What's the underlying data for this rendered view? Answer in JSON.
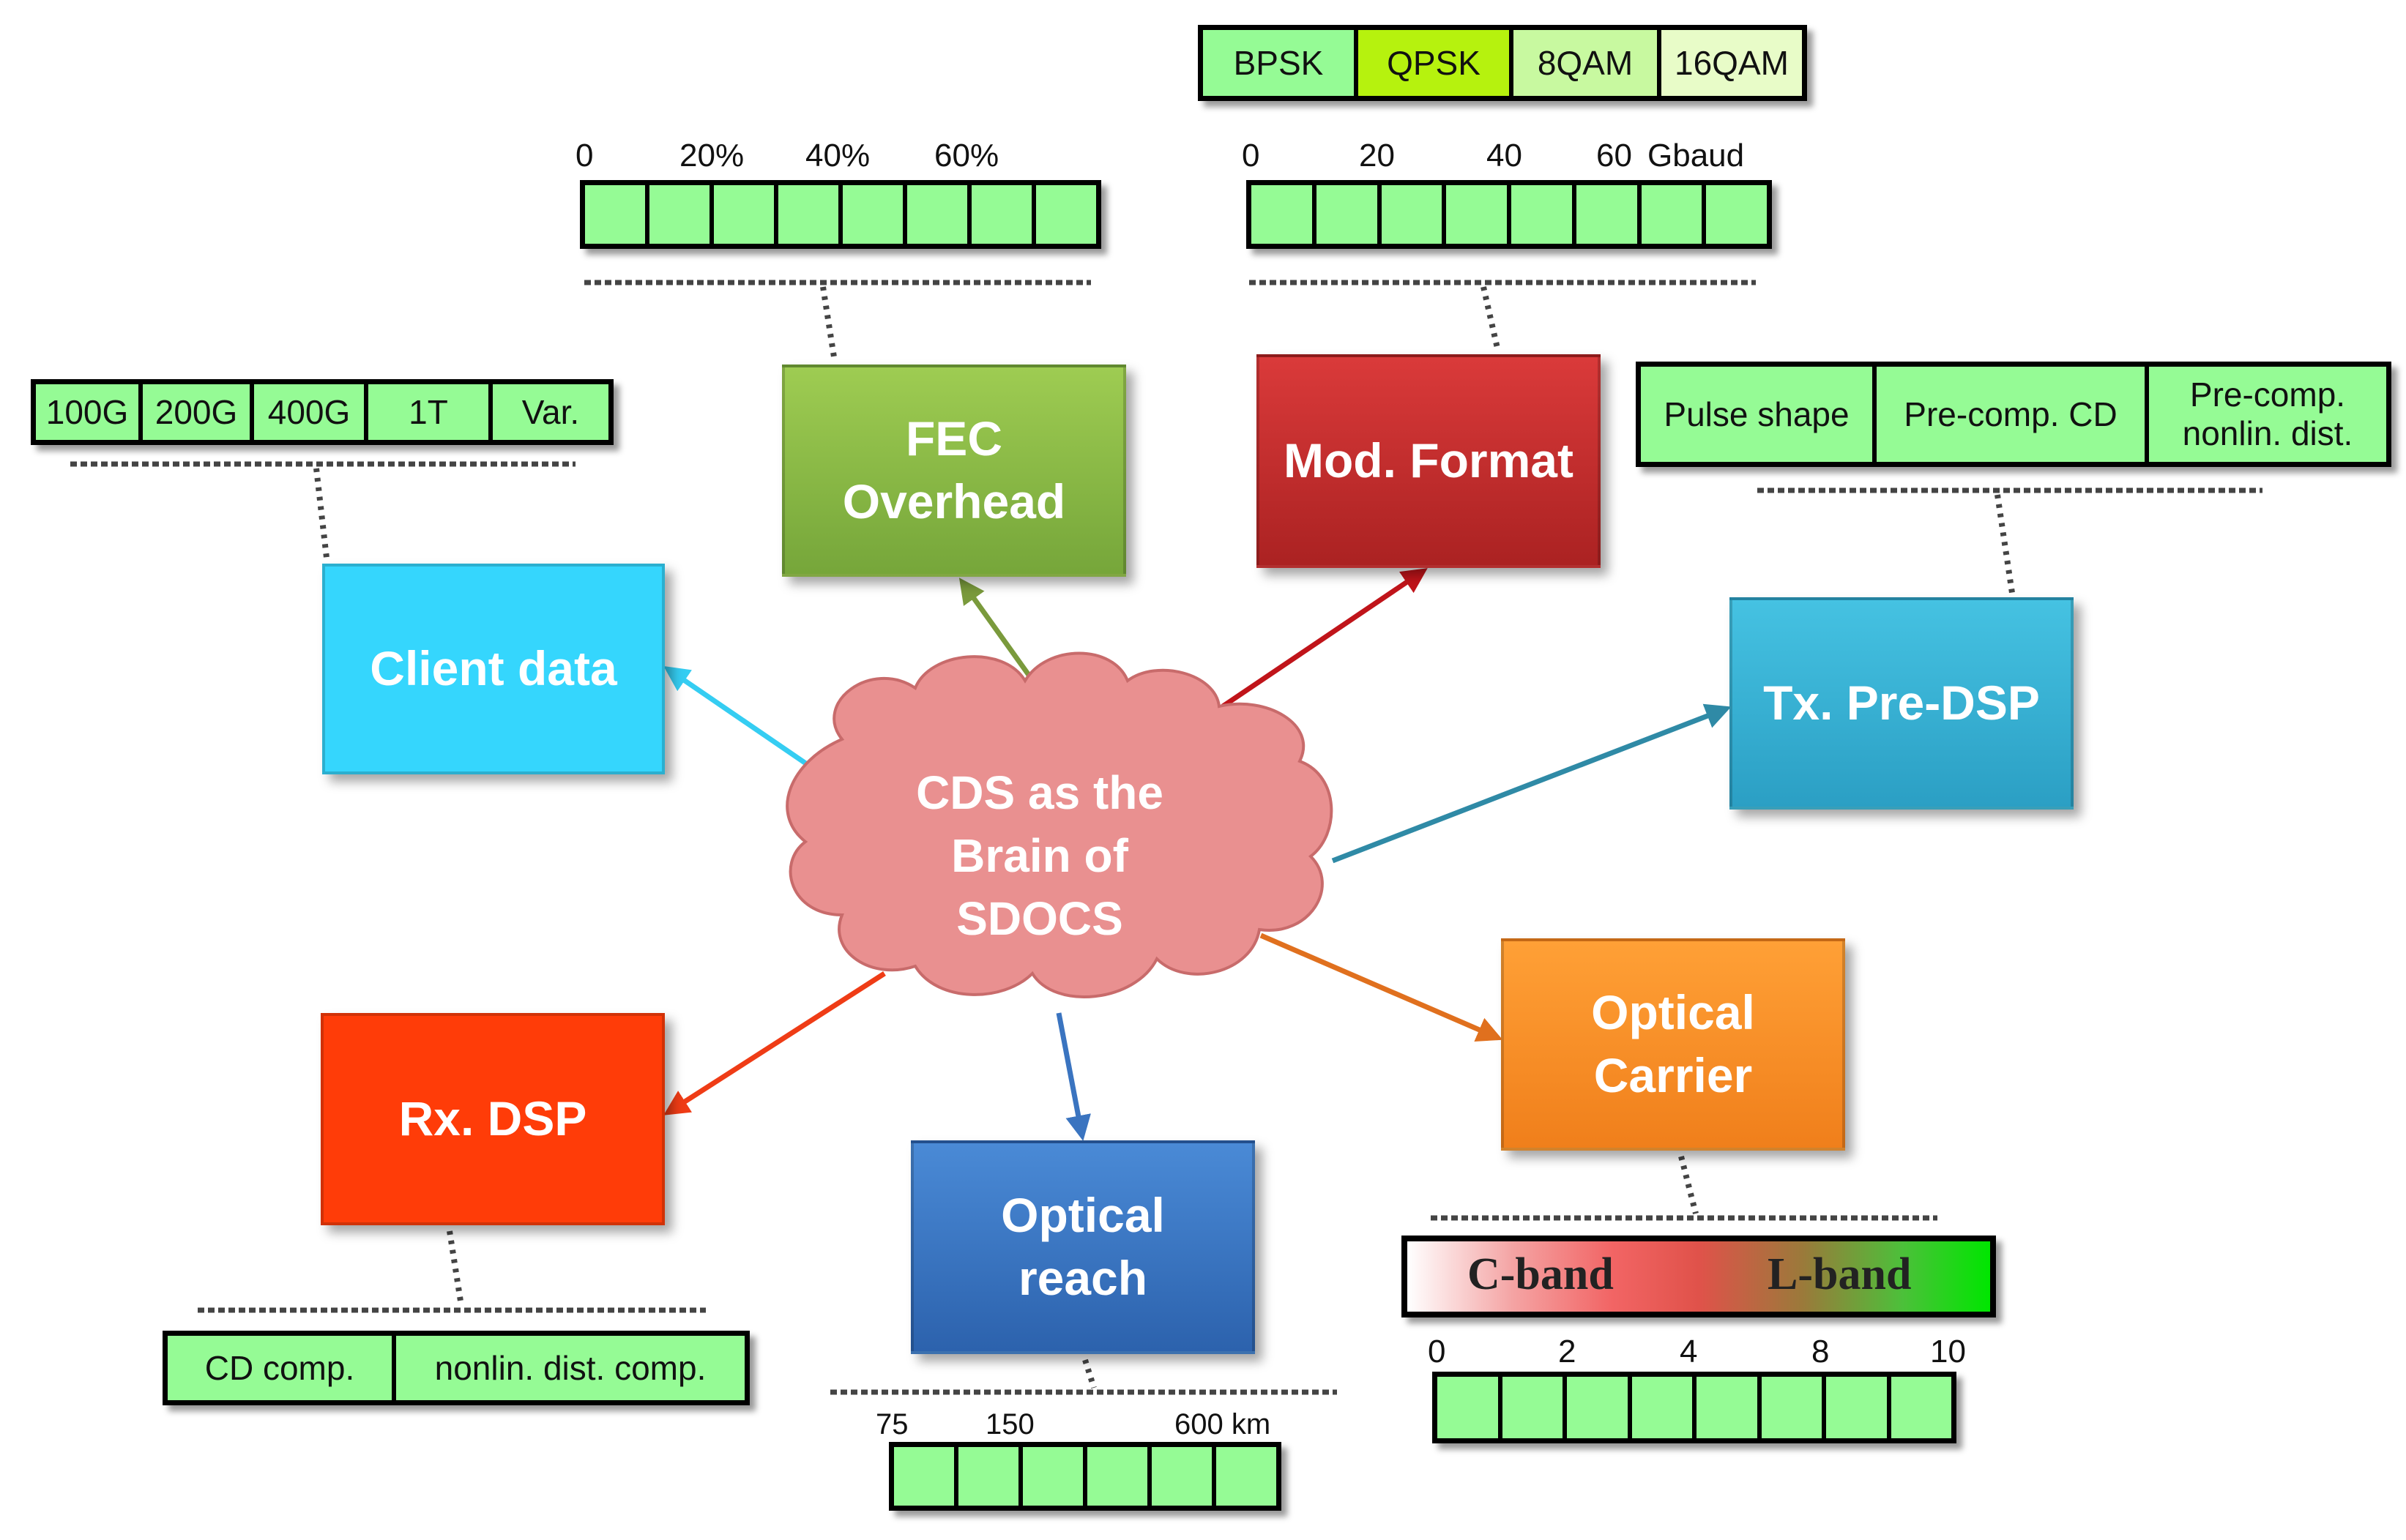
{
  "center": {
    "label": "CDS as the\nBrain of\nSDOCS",
    "fill": "#e99090"
  },
  "nodes": {
    "client": {
      "label": "Client data",
      "color": "#35d6fd"
    },
    "fec": {
      "label": "FEC\nOverhead",
      "color": "#8ab848"
    },
    "mod": {
      "label": "Mod. Format",
      "color": "#c42e2e"
    },
    "tx": {
      "label": "Tx.  Pre-DSP",
      "color": "#35b2d6"
    },
    "carrier": {
      "label": "Optical\nCarrier",
      "color": "#f7922b"
    },
    "reach": {
      "label": "Optical\nreach",
      "color": "#3a77c4"
    },
    "rx": {
      "label": "Rx. DSP",
      "color": "#ff3c08"
    }
  },
  "client_options": [
    "100G",
    "200G",
    "400G",
    "1T",
    "Var."
  ],
  "fec_scale": {
    "ticks": [
      "0",
      "20%",
      "40%",
      "60%"
    ]
  },
  "mod_formats": [
    {
      "label": "BPSK",
      "color": "#95fb95"
    },
    {
      "label": "QPSK",
      "color": "#b6f20e"
    },
    {
      "label": "8QAM",
      "color": "#c8f9a0"
    },
    {
      "label": "16QAM",
      "color": "#e8fcc8"
    }
  ],
  "baud_scale": {
    "ticks": [
      "0",
      "20",
      "40",
      "60"
    ],
    "unit": "Gbaud"
  },
  "tx_options": [
    "Pulse shape",
    "Pre-comp. CD",
    "Pre-comp.\nnonlin. dist."
  ],
  "rx_options": [
    "CD comp.",
    "nonlin. dist. comp."
  ],
  "reach_scale": {
    "ticks": [
      "75",
      "150",
      "600 km"
    ]
  },
  "carrier": {
    "bands": [
      "C-band",
      "L-band"
    ],
    "ticks": [
      "0",
      "2",
      "4",
      "8",
      "10"
    ]
  },
  "arrow_colors": {
    "client": "#35cdf2",
    "fec": "#7a9a3c",
    "mod": "#c0141a",
    "tx": "#2f8aa6",
    "carrier": "#e0701e",
    "reach": "#3a74c0",
    "rx": "#ef3c16"
  }
}
